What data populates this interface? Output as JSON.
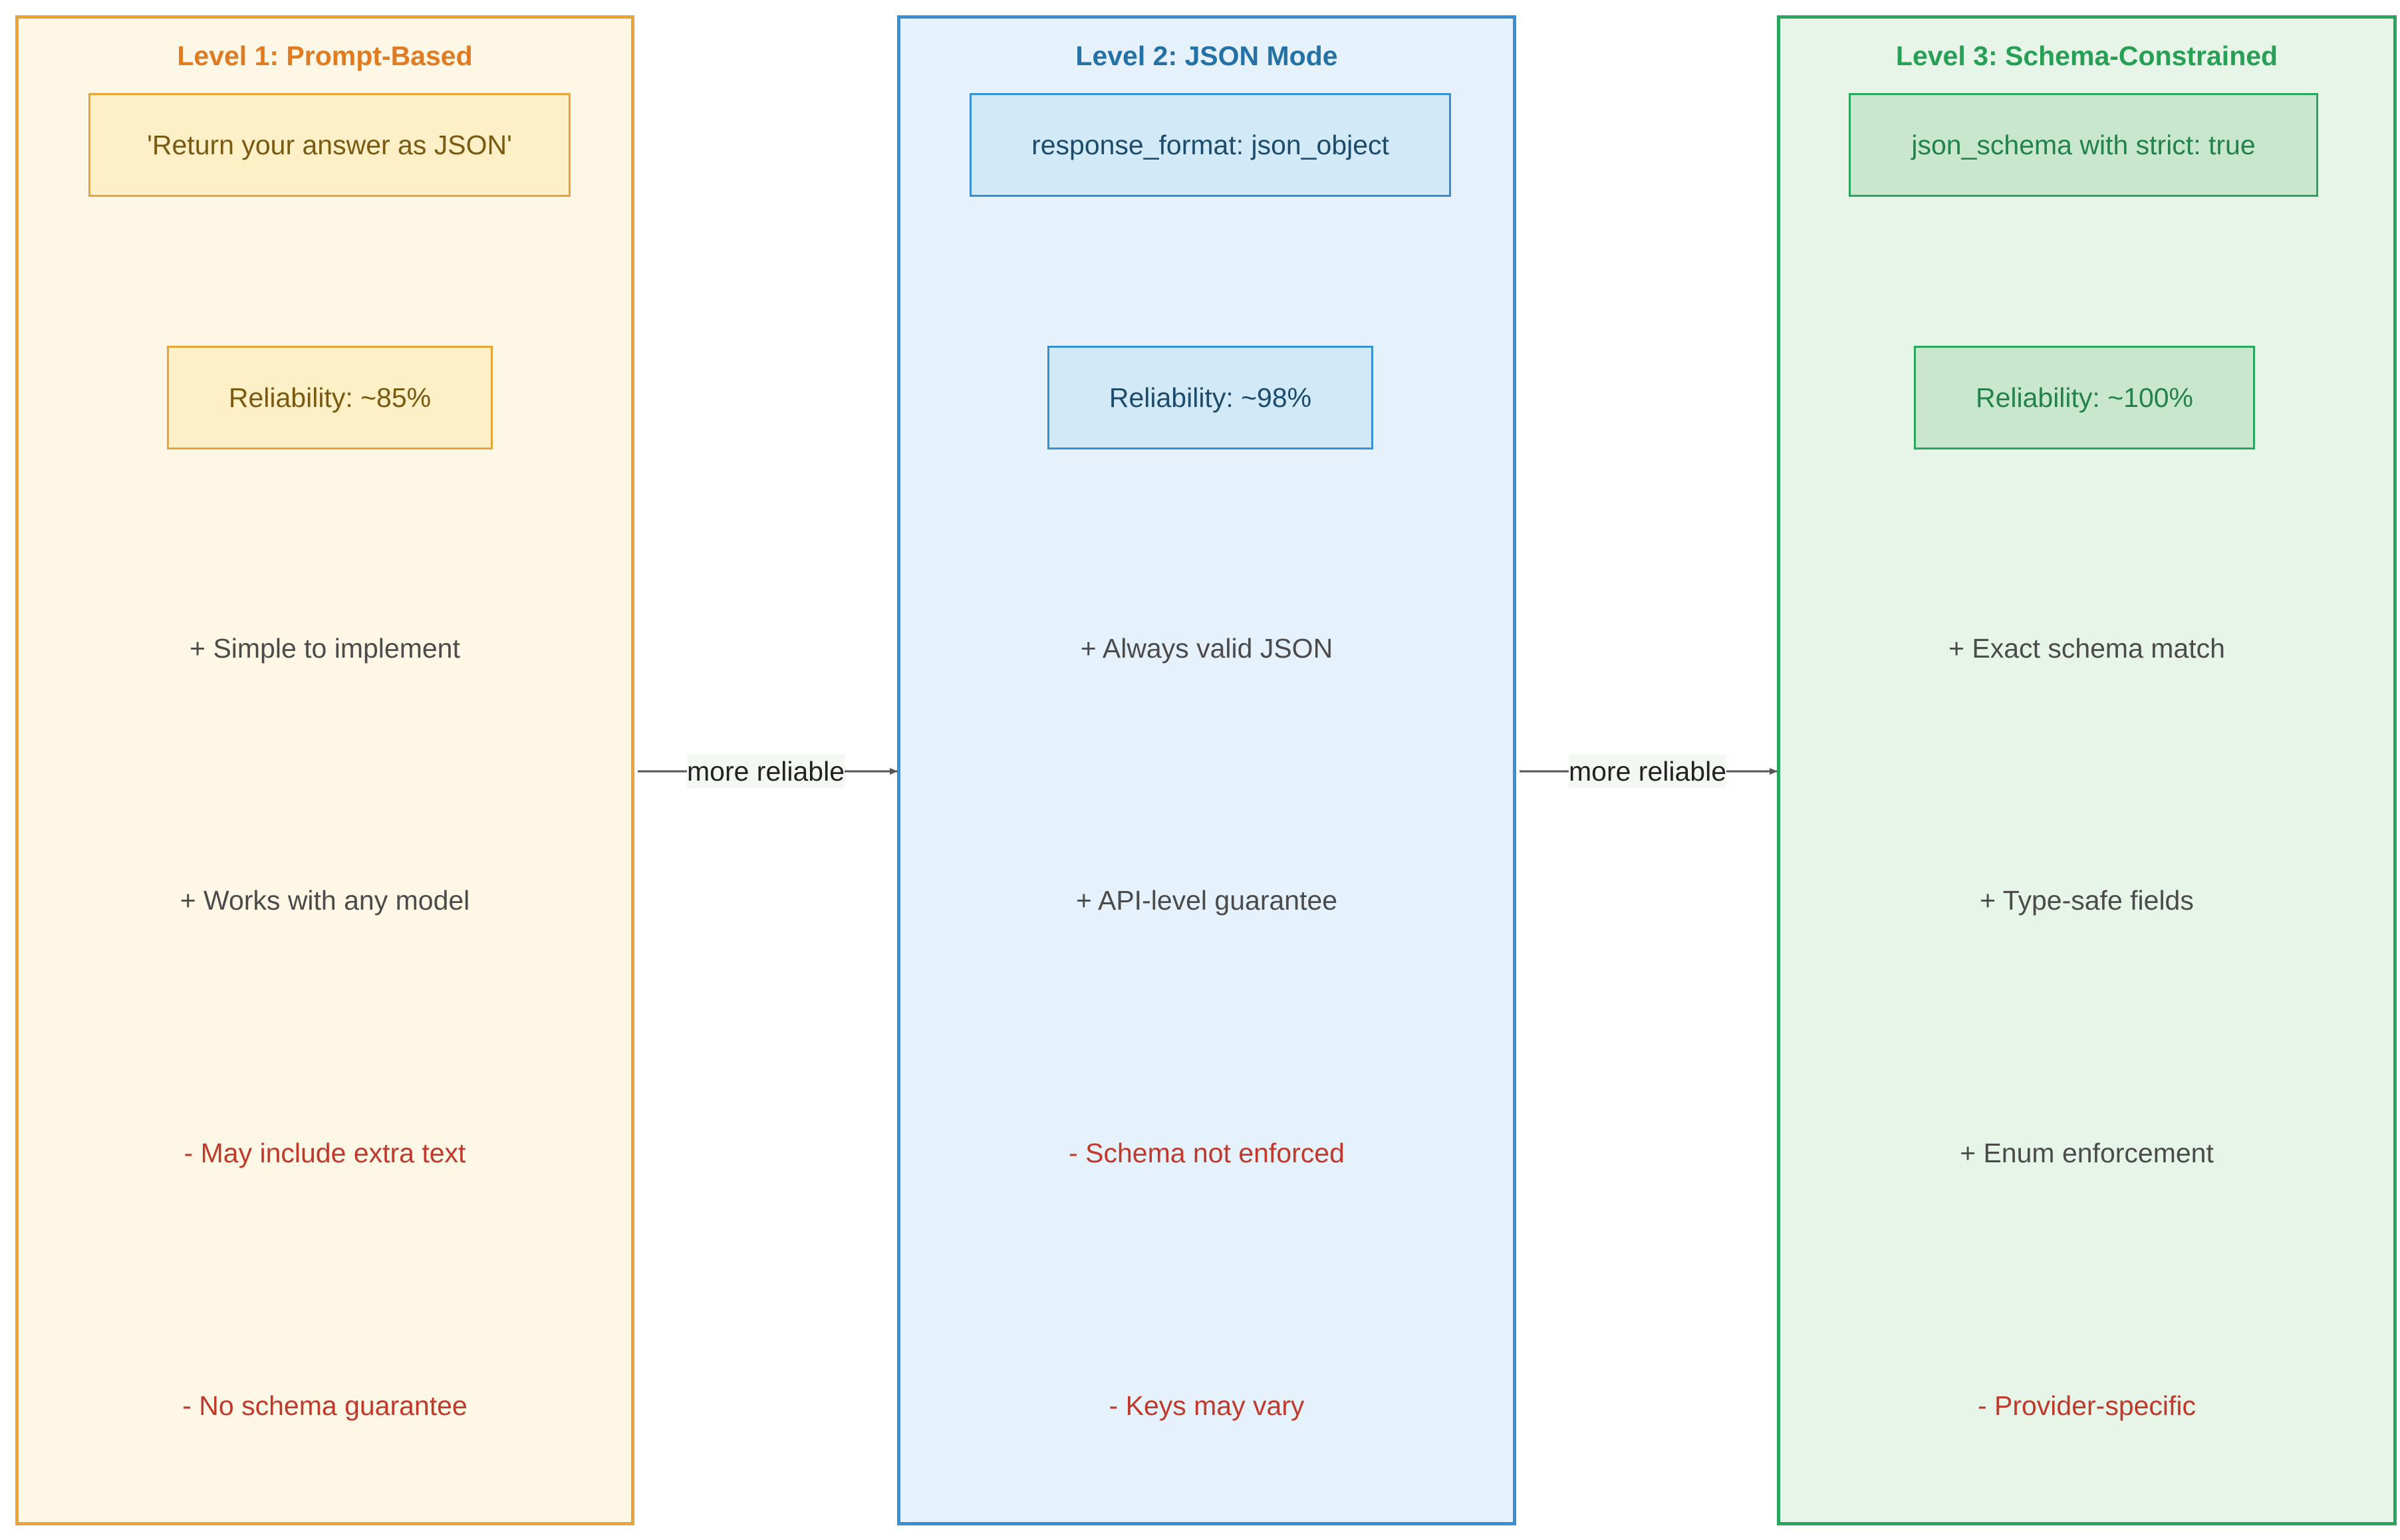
{
  "levels": [
    {
      "title": "Level 1: Prompt-Based",
      "method": "'Return your answer as JSON'",
      "reliability": "Reliability: ~85%",
      "points": [
        {
          "text": "+ Simple to implement",
          "kind": "pro"
        },
        {
          "text": "+ Works with any model",
          "kind": "pro"
        },
        {
          "text": "- May include extra text",
          "kind": "con"
        },
        {
          "text": "- No schema guarantee",
          "kind": "con"
        }
      ]
    },
    {
      "title": "Level 2: JSON Mode",
      "method": "response_format: json_object",
      "reliability": "Reliability: ~98%",
      "points": [
        {
          "text": "+ Always valid JSON",
          "kind": "pro"
        },
        {
          "text": "+ API-level guarantee",
          "kind": "pro"
        },
        {
          "text": "- Schema not enforced",
          "kind": "con"
        },
        {
          "text": "- Keys may vary",
          "kind": "con"
        }
      ]
    },
    {
      "title": "Level 3: Schema-Constrained",
      "method": "json_schema with strict: true",
      "reliability": "Reliability: ~100%",
      "points": [
        {
          "text": "+ Exact schema match",
          "kind": "pro"
        },
        {
          "text": "+ Type-safe fields",
          "kind": "pro"
        },
        {
          "text": "+ Enum enforcement",
          "kind": "pro"
        },
        {
          "text": "- Provider-specific",
          "kind": "con"
        }
      ]
    }
  ],
  "edges": [
    {
      "label": "more reliable"
    },
    {
      "label": "more reliable"
    }
  ],
  "colors": {
    "level1_border": "#e8a437",
    "level2_border": "#3590d4",
    "level3_border": "#2aa55e",
    "pro_text": "#4b4b4b",
    "con_text": "#c0392b",
    "arrow": "#555555"
  }
}
